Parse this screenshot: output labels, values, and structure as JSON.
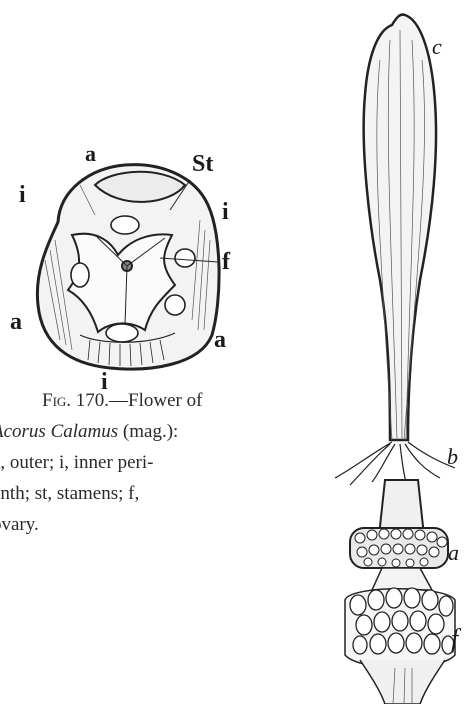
{
  "figure": {
    "flower_labels": {
      "a_top": "a",
      "st": "St",
      "i_left": "i",
      "i_right": "i",
      "f": "f",
      "a_left": "a",
      "a_right": "a",
      "i_bottom": "i"
    },
    "spadix_labels": {
      "c": "c",
      "b": "b",
      "a": "a",
      "f": "f"
    }
  },
  "caption": {
    "fig_prefix": "Fig.",
    "fig_number": "170.",
    "line1_rest": "—Flower of",
    "line2_genus": "Acorus Calamus",
    "line2_rest": " (mag.):",
    "line3": "a, outer; i, inner peri-",
    "line4": "anth; st, stamens; f,",
    "line5": "ovary."
  }
}
